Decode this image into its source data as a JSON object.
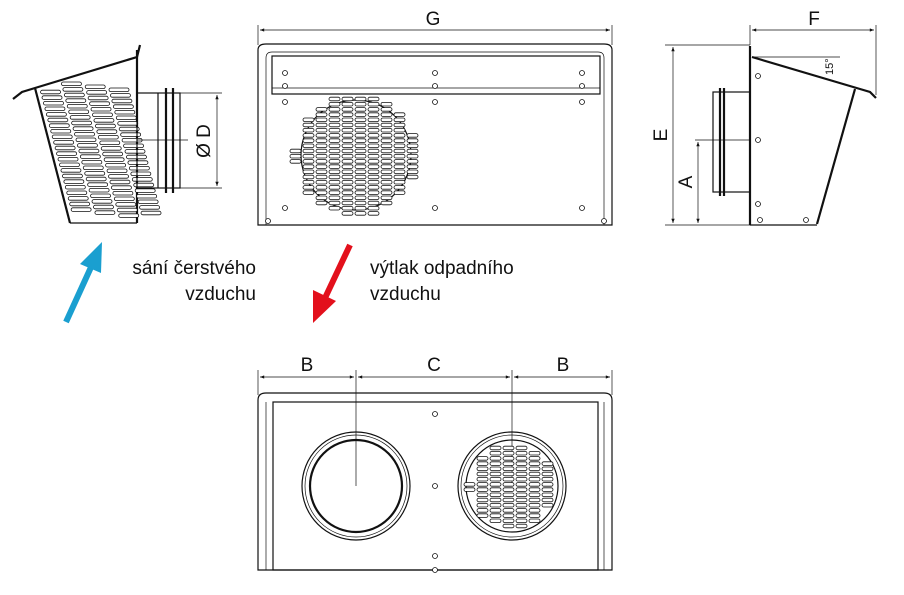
{
  "dimensions": {
    "G": "G",
    "F": "F",
    "E": "E",
    "A": "A",
    "D": "Ø D",
    "B_left": "B",
    "C": "C",
    "B_right": "B",
    "angle": "15°"
  },
  "labels": {
    "intake_line1": "sání čerstvého",
    "intake_line2": "vzduchu",
    "exhaust_line1": "výtlak odpadního",
    "exhaust_line2": "vzduchu"
  },
  "colors": {
    "intake_arrow": "#1a9fd0",
    "exhaust_arrow": "#e3101c"
  }
}
